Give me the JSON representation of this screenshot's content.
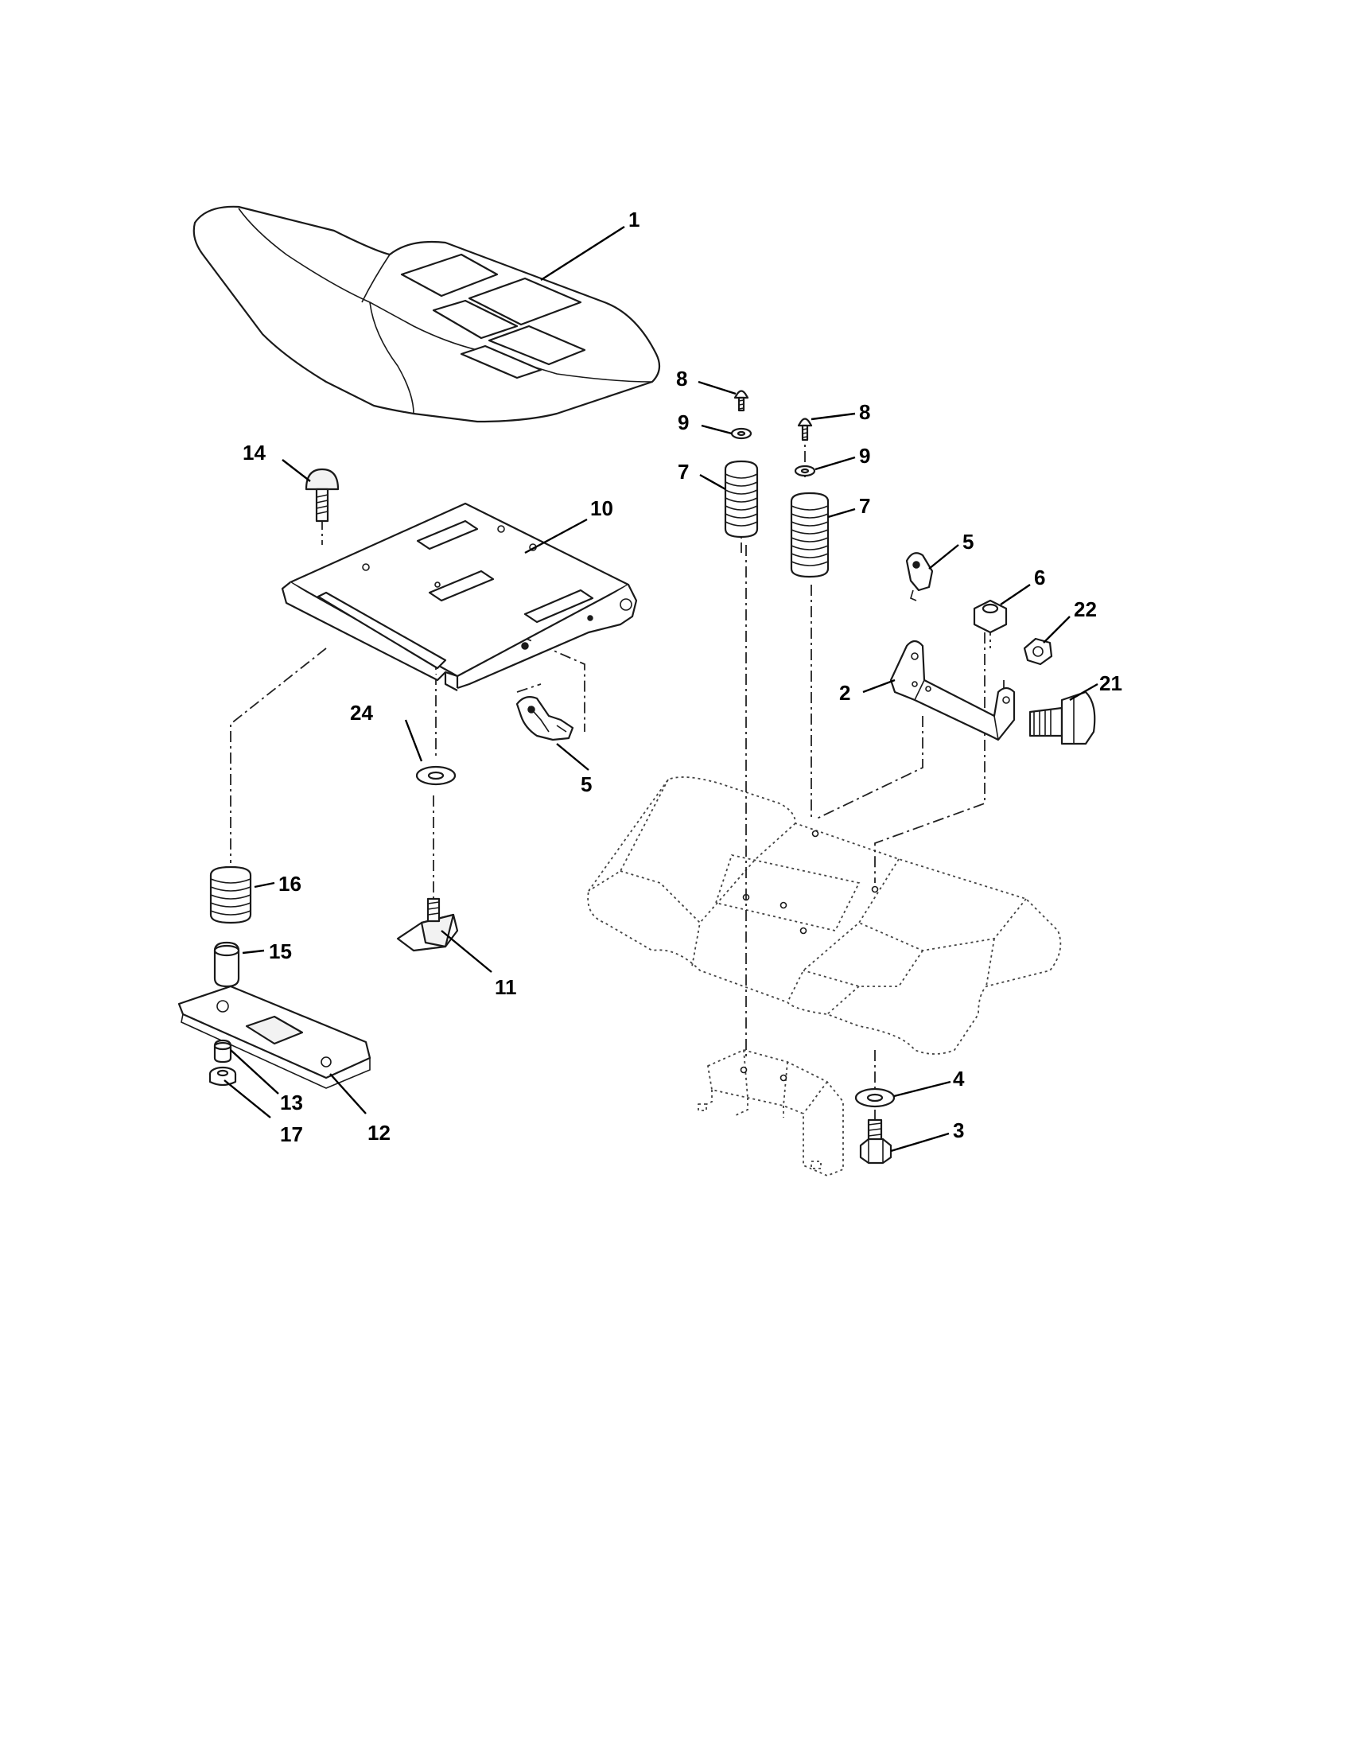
{
  "callouts": [
    {
      "id": "p1",
      "label": "1"
    },
    {
      "id": "p2",
      "label": "2"
    },
    {
      "id": "p3",
      "label": "3"
    },
    {
      "id": "p4",
      "label": "4"
    },
    {
      "id": "p5a",
      "label": "5"
    },
    {
      "id": "p5b",
      "label": "5"
    },
    {
      "id": "p6",
      "label": "6"
    },
    {
      "id": "p7a",
      "label": "7"
    },
    {
      "id": "p7b",
      "label": "7"
    },
    {
      "id": "p8a",
      "label": "8"
    },
    {
      "id": "p8b",
      "label": "8"
    },
    {
      "id": "p9a",
      "label": "9"
    },
    {
      "id": "p9b",
      "label": "9"
    },
    {
      "id": "p10",
      "label": "10"
    },
    {
      "id": "p11",
      "label": "11"
    },
    {
      "id": "p12",
      "label": "12"
    },
    {
      "id": "p13",
      "label": "13"
    },
    {
      "id": "p14",
      "label": "14"
    },
    {
      "id": "p15",
      "label": "15"
    },
    {
      "id": "p16",
      "label": "16"
    },
    {
      "id": "p17",
      "label": "17"
    },
    {
      "id": "p21",
      "label": "21"
    },
    {
      "id": "p22",
      "label": "22"
    },
    {
      "id": "p24",
      "label": "24"
    }
  ]
}
